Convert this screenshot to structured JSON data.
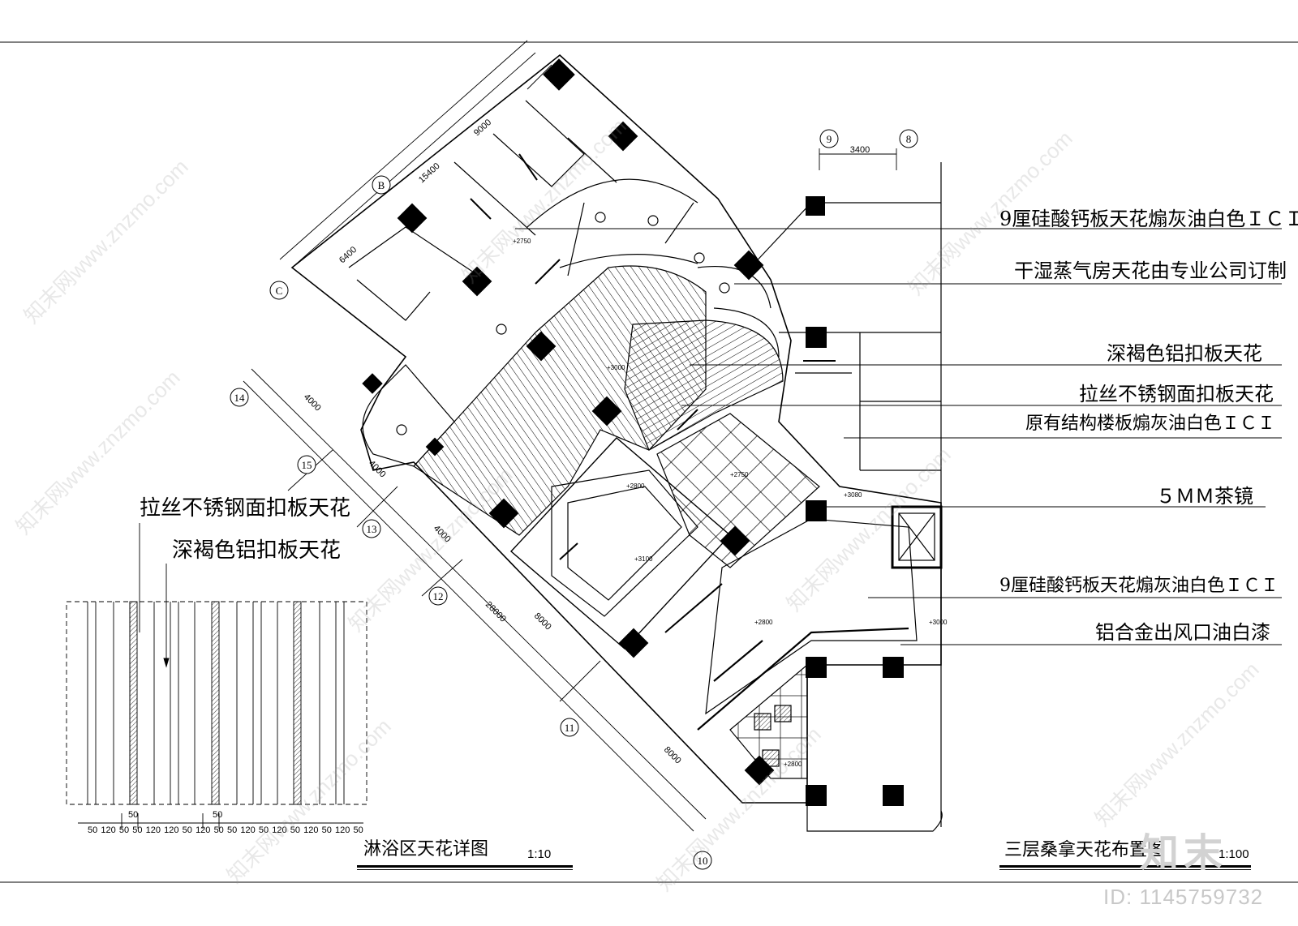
{
  "drawing": {
    "annotations_right": [
      "9厘硅酸钙板天花煽灰油白色ＩＣＩ",
      "干湿蒸气房天花由专业公司订制",
      "深褐色铝扣板天花",
      "拉丝不锈钢面扣板天花",
      "原有结构楼板煽灰油白色ＩＣＩ",
      "５ＭＭ茶镜",
      "9厘硅酸钙板天花煽灰油白色ＩＣＩ",
      "铝合金出风口油白漆"
    ],
    "annotations_left": [
      "拉丝不锈钢面扣板天花",
      "深褐色铝扣板天花"
    ],
    "title_detail": "淋浴区天花详图",
    "scale_detail": "1:10",
    "title_plan": "三层桑拿天花布置图",
    "scale_plan": "1:100",
    "axis_labels": [
      "B",
      "C",
      "9",
      "8",
      "14",
      "15",
      "13",
      "12",
      "11",
      "10"
    ],
    "dimensions": {
      "top_9000": "9000",
      "top_15400": "15400",
      "top_6400": "6400",
      "grid_3400": "3400",
      "left_4000_a": "4000",
      "left_4000_b": "4000",
      "left_4000_c": "4000",
      "left_28000": "28000",
      "left_8000_a": "8000",
      "left_8000_b": "8000"
    },
    "levels": [
      "+2750",
      "+3000",
      "+2750",
      "+3080",
      "+2800",
      "+3100",
      "+2800",
      "+3000",
      "+2800"
    ],
    "detail_dims": [
      "50",
      "120",
      "50",
      "50",
      "120",
      "120",
      "50",
      "120",
      "50",
      "50",
      "120",
      "50",
      "120",
      "50",
      "120",
      "50",
      "120",
      "50"
    ],
    "detail_dim_top": [
      "50",
      "50"
    ],
    "watermark_text": "知末网www.znzmo.com",
    "logo_text": "知末",
    "image_id": "ID: 1145759732"
  }
}
